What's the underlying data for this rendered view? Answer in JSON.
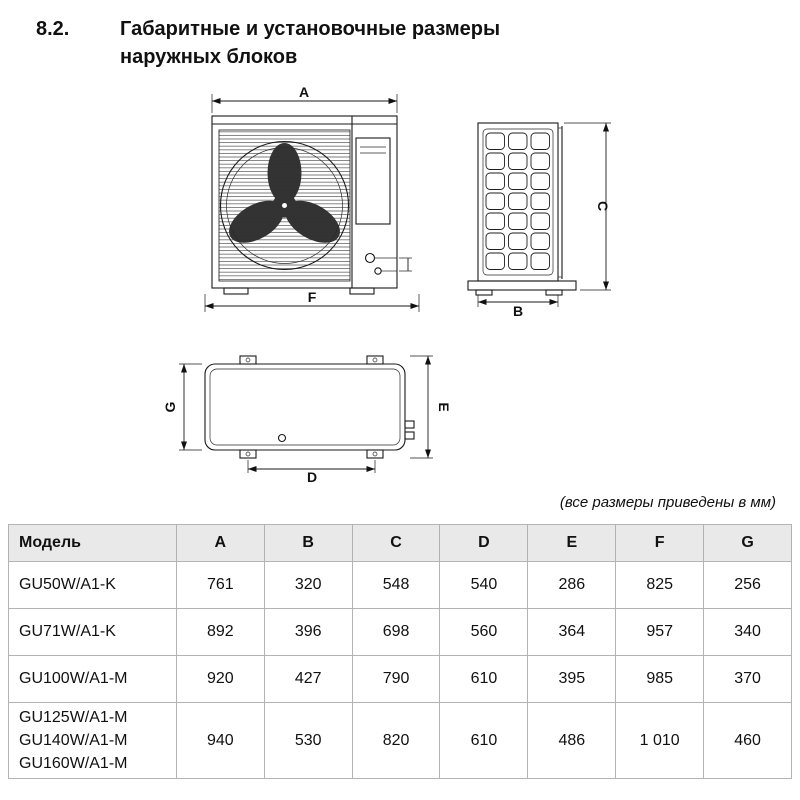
{
  "page": {
    "section_number": "8.2.",
    "heading_line1": "Габаритные и установочные размеры",
    "heading_line2": "наружных блоков",
    "units_note": "(все размеры приведены в мм)"
  },
  "drawings": {
    "front_view": {
      "width_label": "A",
      "bottom_label": "F"
    },
    "side_view": {
      "height_label": "C",
      "depth_label": "B"
    },
    "top_view": {
      "left_label": "G",
      "right_label": "E",
      "bottom_label": "D"
    }
  },
  "colors": {
    "table_header_bg": "#e9e9e9",
    "drawing_line": "#1a1a1a"
  },
  "table": {
    "headers": [
      "Модель",
      "A",
      "B",
      "C",
      "D",
      "E",
      "F",
      "G"
    ],
    "rows": [
      {
        "model": [
          "GU50W/A1-K"
        ],
        "values": [
          "761",
          "320",
          "548",
          "540",
          "286",
          "825",
          "256"
        ]
      },
      {
        "model": [
          "GU71W/A1-K"
        ],
        "values": [
          "892",
          "396",
          "698",
          "560",
          "364",
          "957",
          "340"
        ]
      },
      {
        "model": [
          "GU100W/A1-M"
        ],
        "values": [
          "920",
          "427",
          "790",
          "610",
          "395",
          "985",
          "370"
        ]
      },
      {
        "model": [
          "GU125W/A1-M",
          "GU140W/A1-M",
          "GU160W/A1-M"
        ],
        "values": [
          "940",
          "530",
          "820",
          "610",
          "486",
          "1 010",
          "460"
        ]
      }
    ]
  }
}
